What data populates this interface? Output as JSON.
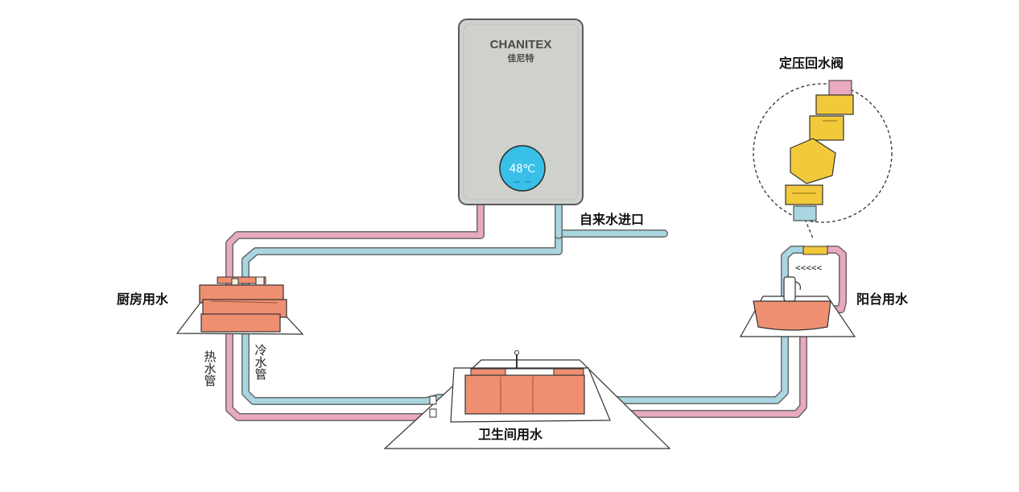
{
  "colors": {
    "hot_pipe": "#e9a9c0",
    "cold_pipe": "#a9d6e0",
    "pipe_outline": "#6a6a6a",
    "heater_body": "#cfd1cc",
    "display": "#39c0e8",
    "fixture": "#ef8f72",
    "valve": "#f2c93a"
  },
  "heater": {
    "brand": "CHANITEX",
    "brand_cn": "佳尼特",
    "display": "48℃"
  },
  "labels": {
    "water_inlet": "自来水进口",
    "kitchen": "厨房用水",
    "balcony": "阳台用水",
    "bathroom": "卫生间用水",
    "valve": "定压回水阀",
    "hot_pipe": "热水管",
    "cold_pipe": "冷水管",
    "flow_arrows": "<<<<<"
  }
}
